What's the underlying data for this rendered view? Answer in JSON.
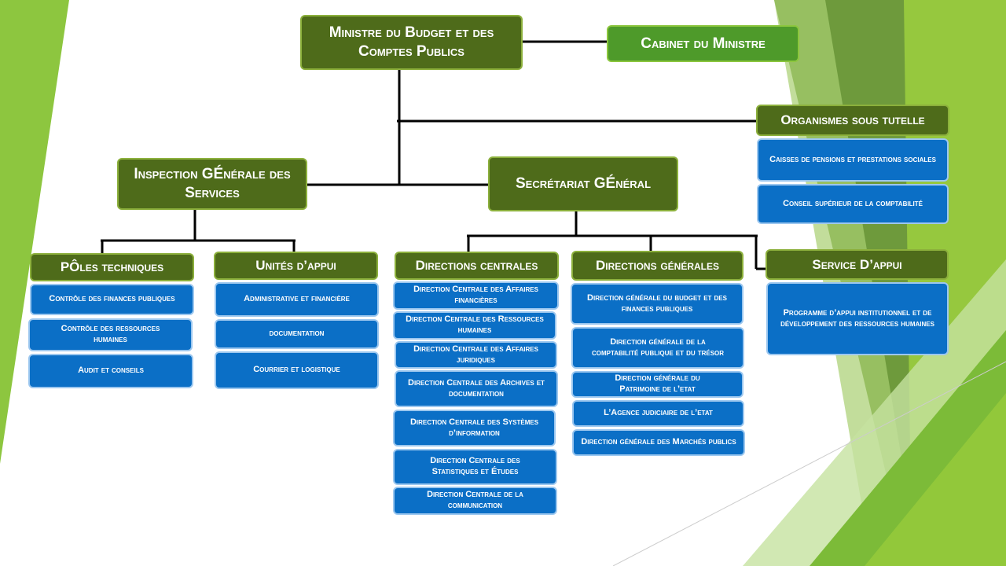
{
  "colors": {
    "dark_green": "#4e6b1a",
    "bright_green": "#4e9a2a",
    "blue": "#0b6fc6",
    "line": "#000000"
  },
  "nodes": {
    "ministre": "Ministre du Budget et des Comptes Publics",
    "cabinet": "Cabinet du Ministre",
    "organismes": "Organismes sous tutelle",
    "caisses": "Caisses de pensions et prestations sociales",
    "conseil": "Conseil supérieur de la comptabilité",
    "igs": "Inspection GÉnérale des Services",
    "sg": "Secrétariat GÉnéral",
    "poles": "PÔles techniques",
    "unites": "Unités d’appui",
    "dir_centrales": "Directions centrales",
    "dir_generales": "Directions générales",
    "service_appui": "Service D’appui",
    "poles_items": [
      "Contrôle des finances publiques",
      "Contrôle des ressources humaines",
      "Audit et conseils"
    ],
    "unites_items": [
      "Administrative et financière",
      "documentation",
      "Courrier et logistique"
    ],
    "centrales_items": [
      "Direction Centrale des Affaires financières",
      "Direction Centrale des Ressources humaines",
      "Direction Centrale des Affaires juridiques",
      "Direction Centrale des Archives et documentation",
      "Direction Centrale des Systèmes d’information",
      "Direction Centrale des Statistiques et Études",
      "Direction Centrale de la communication"
    ],
    "generales_items": [
      "Direction générale du budget et des finances publiques",
      "Direction générale de la comptabilité publique et du trésor",
      "Direction générale du Patrimoine de l’etat",
      "L’Agence judiciaire de l’etat",
      "Direction générale des Marchés publics"
    ],
    "service_item": "Programme d’appui institutionnel et de développement des ressources humaines"
  }
}
